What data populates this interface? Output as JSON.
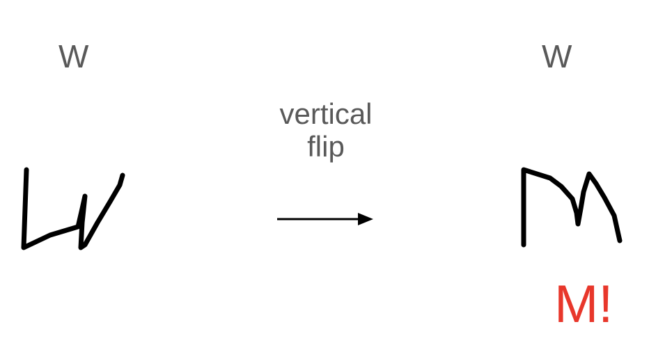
{
  "left_letter": "W",
  "right_letter": "W",
  "caption": {
    "line1": "vertical",
    "line2": "flip"
  },
  "result_text": "M!",
  "colors": {
    "label_gray": "#595959",
    "result_red": "#e8372b",
    "stroke": "#000000"
  }
}
